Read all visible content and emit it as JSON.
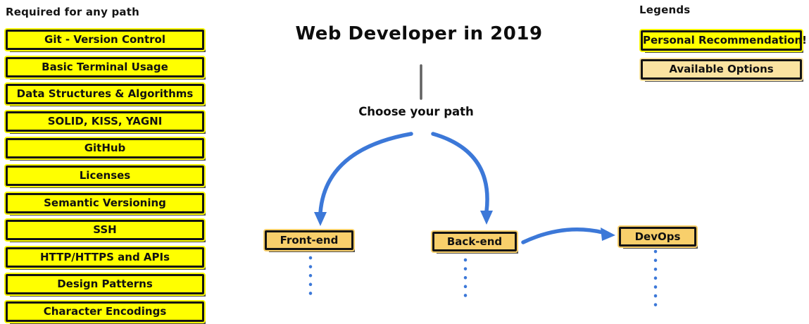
{
  "title": "Web Developer in 2019",
  "subtitle": "Choose your path",
  "required_path": {
    "header": "Required for any path",
    "items": [
      "Git - Version Control",
      "Basic Terminal Usage",
      "Data Structures & Algorithms",
      "SOLID, KISS, YAGNI",
      "GitHub",
      "Licenses",
      "Semantic Versioning",
      "SSH",
      "HTTP/HTTPS and APIs",
      "Design Patterns",
      "Character Encodings"
    ]
  },
  "paths": {
    "frontend": "Front-end",
    "backend": "Back-end",
    "devops": "DevOps"
  },
  "legends": {
    "header": "Legends",
    "personal_recommendation": "Personal Recommendation!",
    "available_options": "Available Options"
  },
  "colors": {
    "recommendation_yellow": "#FFFF00",
    "option_gold": "#F8CF6B",
    "available_tan": "#FAE3A1",
    "arrow_blue": "#3C78D8",
    "stem_gray": "#616161",
    "border_black": "#141414"
  }
}
